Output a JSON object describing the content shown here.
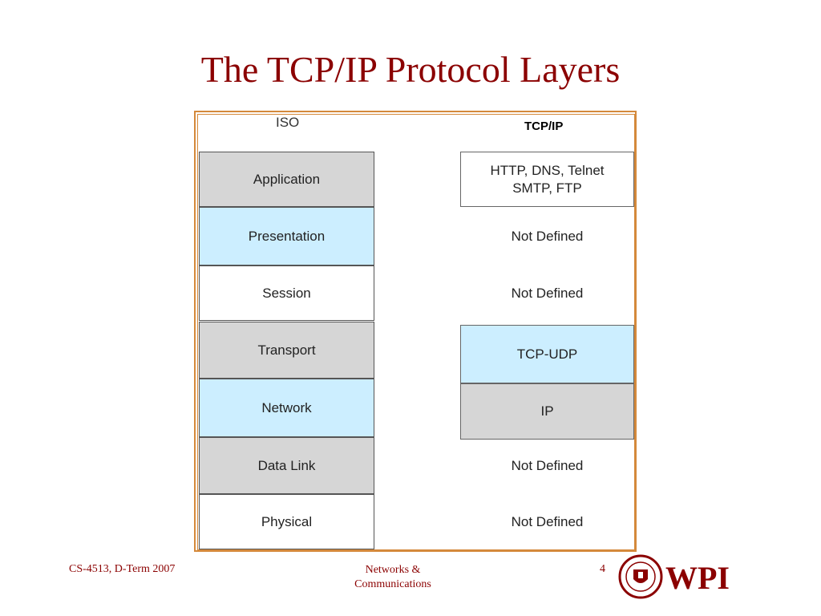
{
  "title": "The TCP/IP Protocol Layers",
  "columns": {
    "iso": "ISO",
    "tcpip": "TCP/IP"
  },
  "iso_layers": [
    "Application",
    "Presentation",
    "Session",
    "Transport",
    "Network",
    "Data Link",
    "Physical"
  ],
  "tcpip_layers": [
    "HTTP, DNS, Telnet\nSMTP, FTP",
    "Not Defined",
    "Not Defined",
    "TCP-UDP",
    "IP",
    "Not Defined",
    "Not Defined"
  ],
  "footer": {
    "course": "CS-4513, D-Term 2007",
    "topic": "Networks &\nCommunications",
    "page": "4",
    "logo_text": "WPI"
  },
  "colors": {
    "title": "#8b0000",
    "frame": "#d4893b",
    "gray_fill": "#d6d6d6",
    "blue_fill": "#cceeff"
  }
}
